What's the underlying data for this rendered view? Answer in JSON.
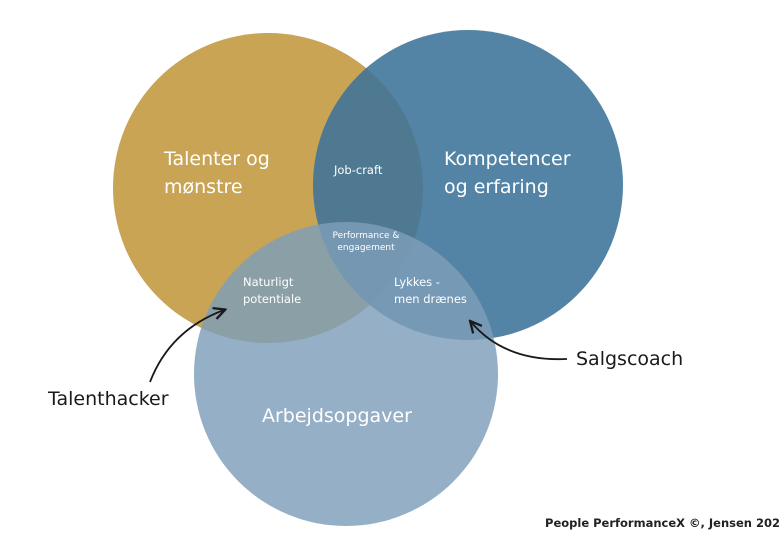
{
  "circles": {
    "talent": {
      "label": "Talenter og\nmønstre",
      "color": "#C9A455"
    },
    "competence": {
      "label": "Kompetencer\nog erfaring",
      "color": "#3C7398"
    },
    "tasks": {
      "label": "Arbejdsopgaver",
      "color": "#7E9DBA"
    }
  },
  "overlaps": {
    "talent_competence": "Job-craft",
    "all_three": "Performance &\nengagement",
    "talent_tasks": "Naturligt\npotentiale",
    "competence_tasks": "Lykkes -\nmen drænes"
  },
  "callouts": {
    "left": "Talenthacker",
    "right": "Salgscoach"
  },
  "footer": {
    "credit": "People PerformanceX ©, Jensen 202"
  }
}
